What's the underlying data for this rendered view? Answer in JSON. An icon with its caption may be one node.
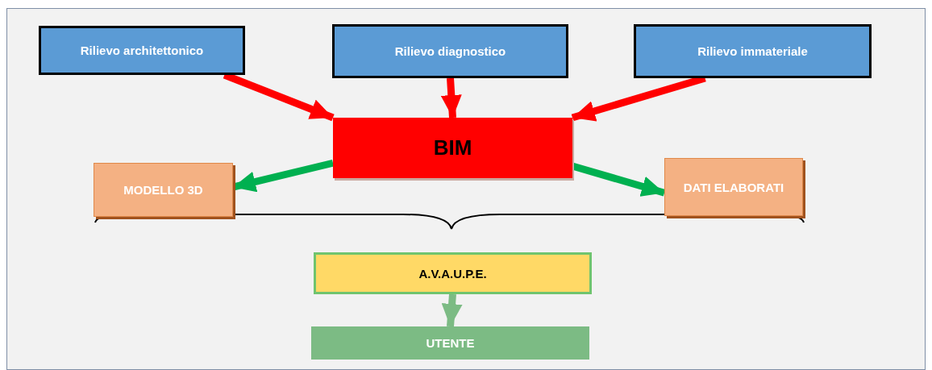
{
  "diagram": {
    "nodes": [
      {
        "text": [
          "Rilievo architettonico"
        ]
      },
      {
        "text": [
          "Rilievo diagnostico"
        ]
      },
      {
        "text": [
          "Rilievo immateriale"
        ]
      },
      {
        "text": [
          "BIM"
        ]
      },
      {
        "text": [
          "MODELLO 3D"
        ]
      },
      {
        "text": [
          "DATI ELABORATI"
        ]
      },
      {
        "text": [
          "A.V.A.U.P.E."
        ]
      },
      {
        "text": [
          "UTENTE"
        ]
      }
    ],
    "edges": [
      {
        "from": 0,
        "to": 3,
        "arrow": "to",
        "color": "#ff0000"
      },
      {
        "from": 1,
        "to": 3,
        "arrow": "to",
        "color": "#ff0000"
      },
      {
        "from": 2,
        "to": 3,
        "arrow": "to",
        "color": "#ff0000"
      },
      {
        "from": 3,
        "to": 4,
        "arrow": "to",
        "color": "#00b050"
      },
      {
        "from": 3,
        "to": 5,
        "arrow": "to",
        "color": "#00b050"
      },
      {
        "from": 6,
        "to": 7,
        "arrow": "to",
        "color": "#7cbb84"
      }
    ]
  }
}
